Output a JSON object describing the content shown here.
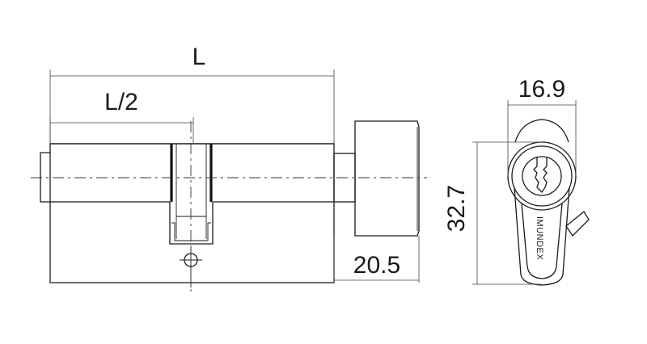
{
  "dimensions": {
    "total_length": "L",
    "half_length": "L/2",
    "knob_width": "20.5",
    "profile_width": "16.9",
    "profile_height": "32.7"
  },
  "profile": {
    "brand_text": "IMUNDEX"
  }
}
